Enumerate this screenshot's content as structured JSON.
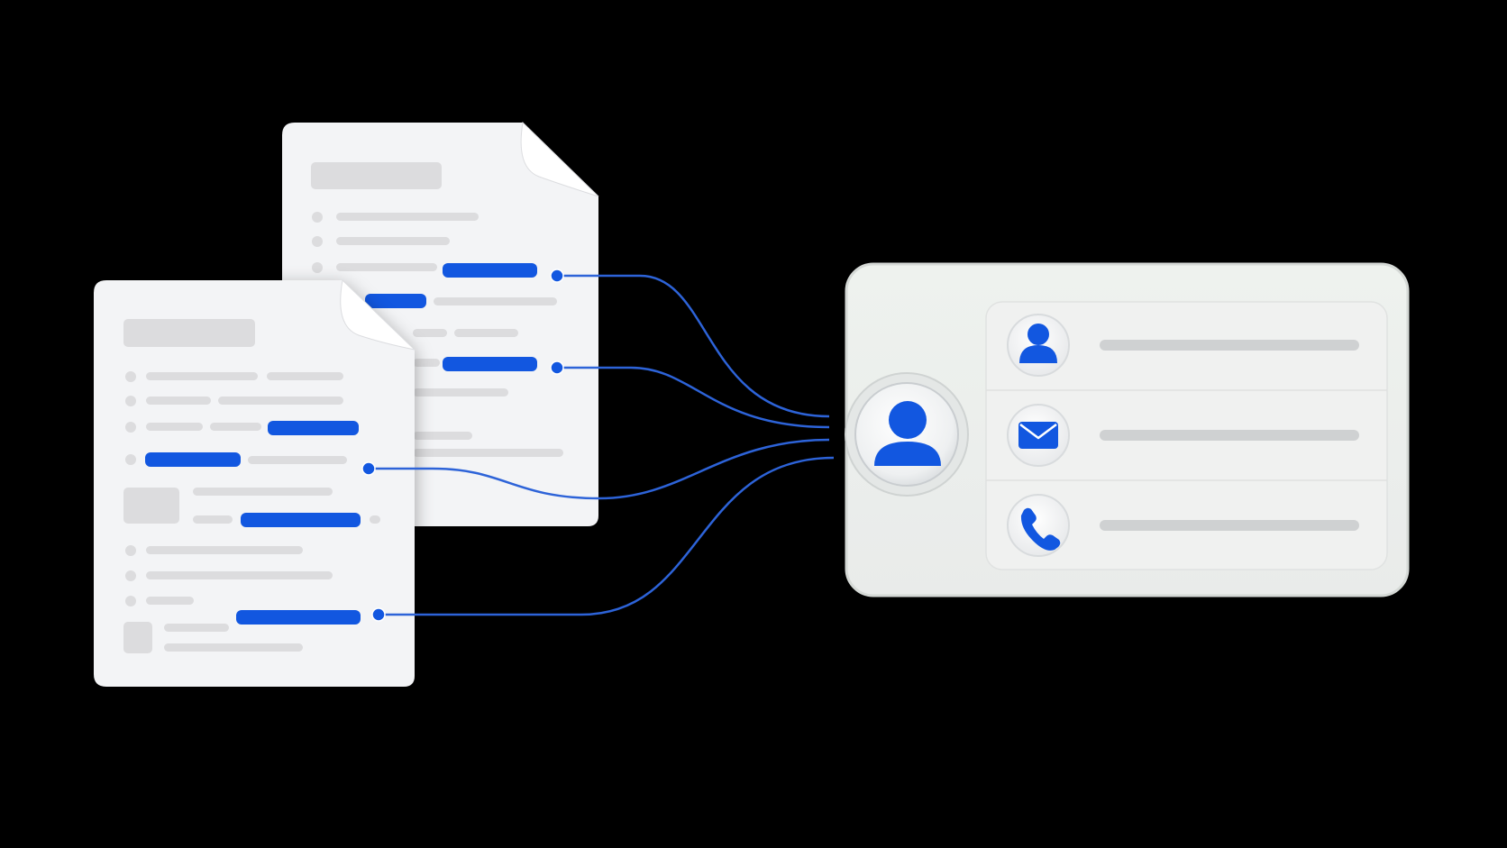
{
  "colors": {
    "background": "#000000",
    "accent": "#1257e0",
    "connector": "#2d63d8",
    "document": "#f3f4f6",
    "placeholder": "#dcdcde",
    "card": "#eef1ee",
    "icon_circle": "#f7f7f7"
  },
  "documents": [
    {
      "name": "document-back",
      "fold": "top-right-corner"
    },
    {
      "name": "document-front",
      "fold": "top-right-corner"
    }
  ],
  "contact_card": {
    "avatar_icon": "person-icon",
    "rows": [
      {
        "icon": "person-icon"
      },
      {
        "icon": "envelope-icon"
      },
      {
        "icon": "phone-icon"
      }
    ]
  },
  "connections": 4
}
